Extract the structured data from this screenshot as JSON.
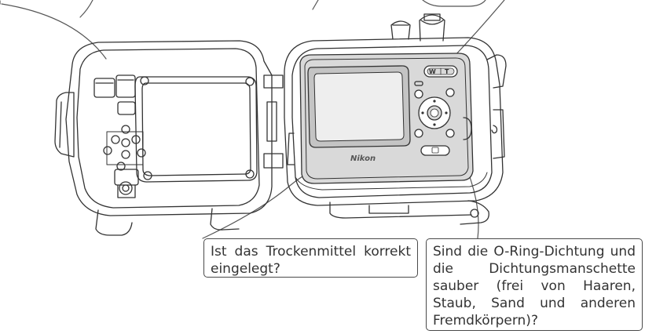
{
  "callouts": {
    "desiccant": "Ist das Trockenmittel korrekt ein­gelegt?",
    "o_ring": "Sind die O-Ring-Dichtung und die Dichtungsmanschette sauber (frei von Haaren, Staub, Sand und anderen Fremdkörpern)?"
  },
  "camera": {
    "brand": "Nikon",
    "zoom_wide": "W",
    "zoom_tele": "T"
  },
  "colors": {
    "line": "#333333",
    "camera_body": "#d9d9d9",
    "lcd_screen": "#c4c4c4",
    "leader": "#555555",
    "background": "#ffffff"
  }
}
